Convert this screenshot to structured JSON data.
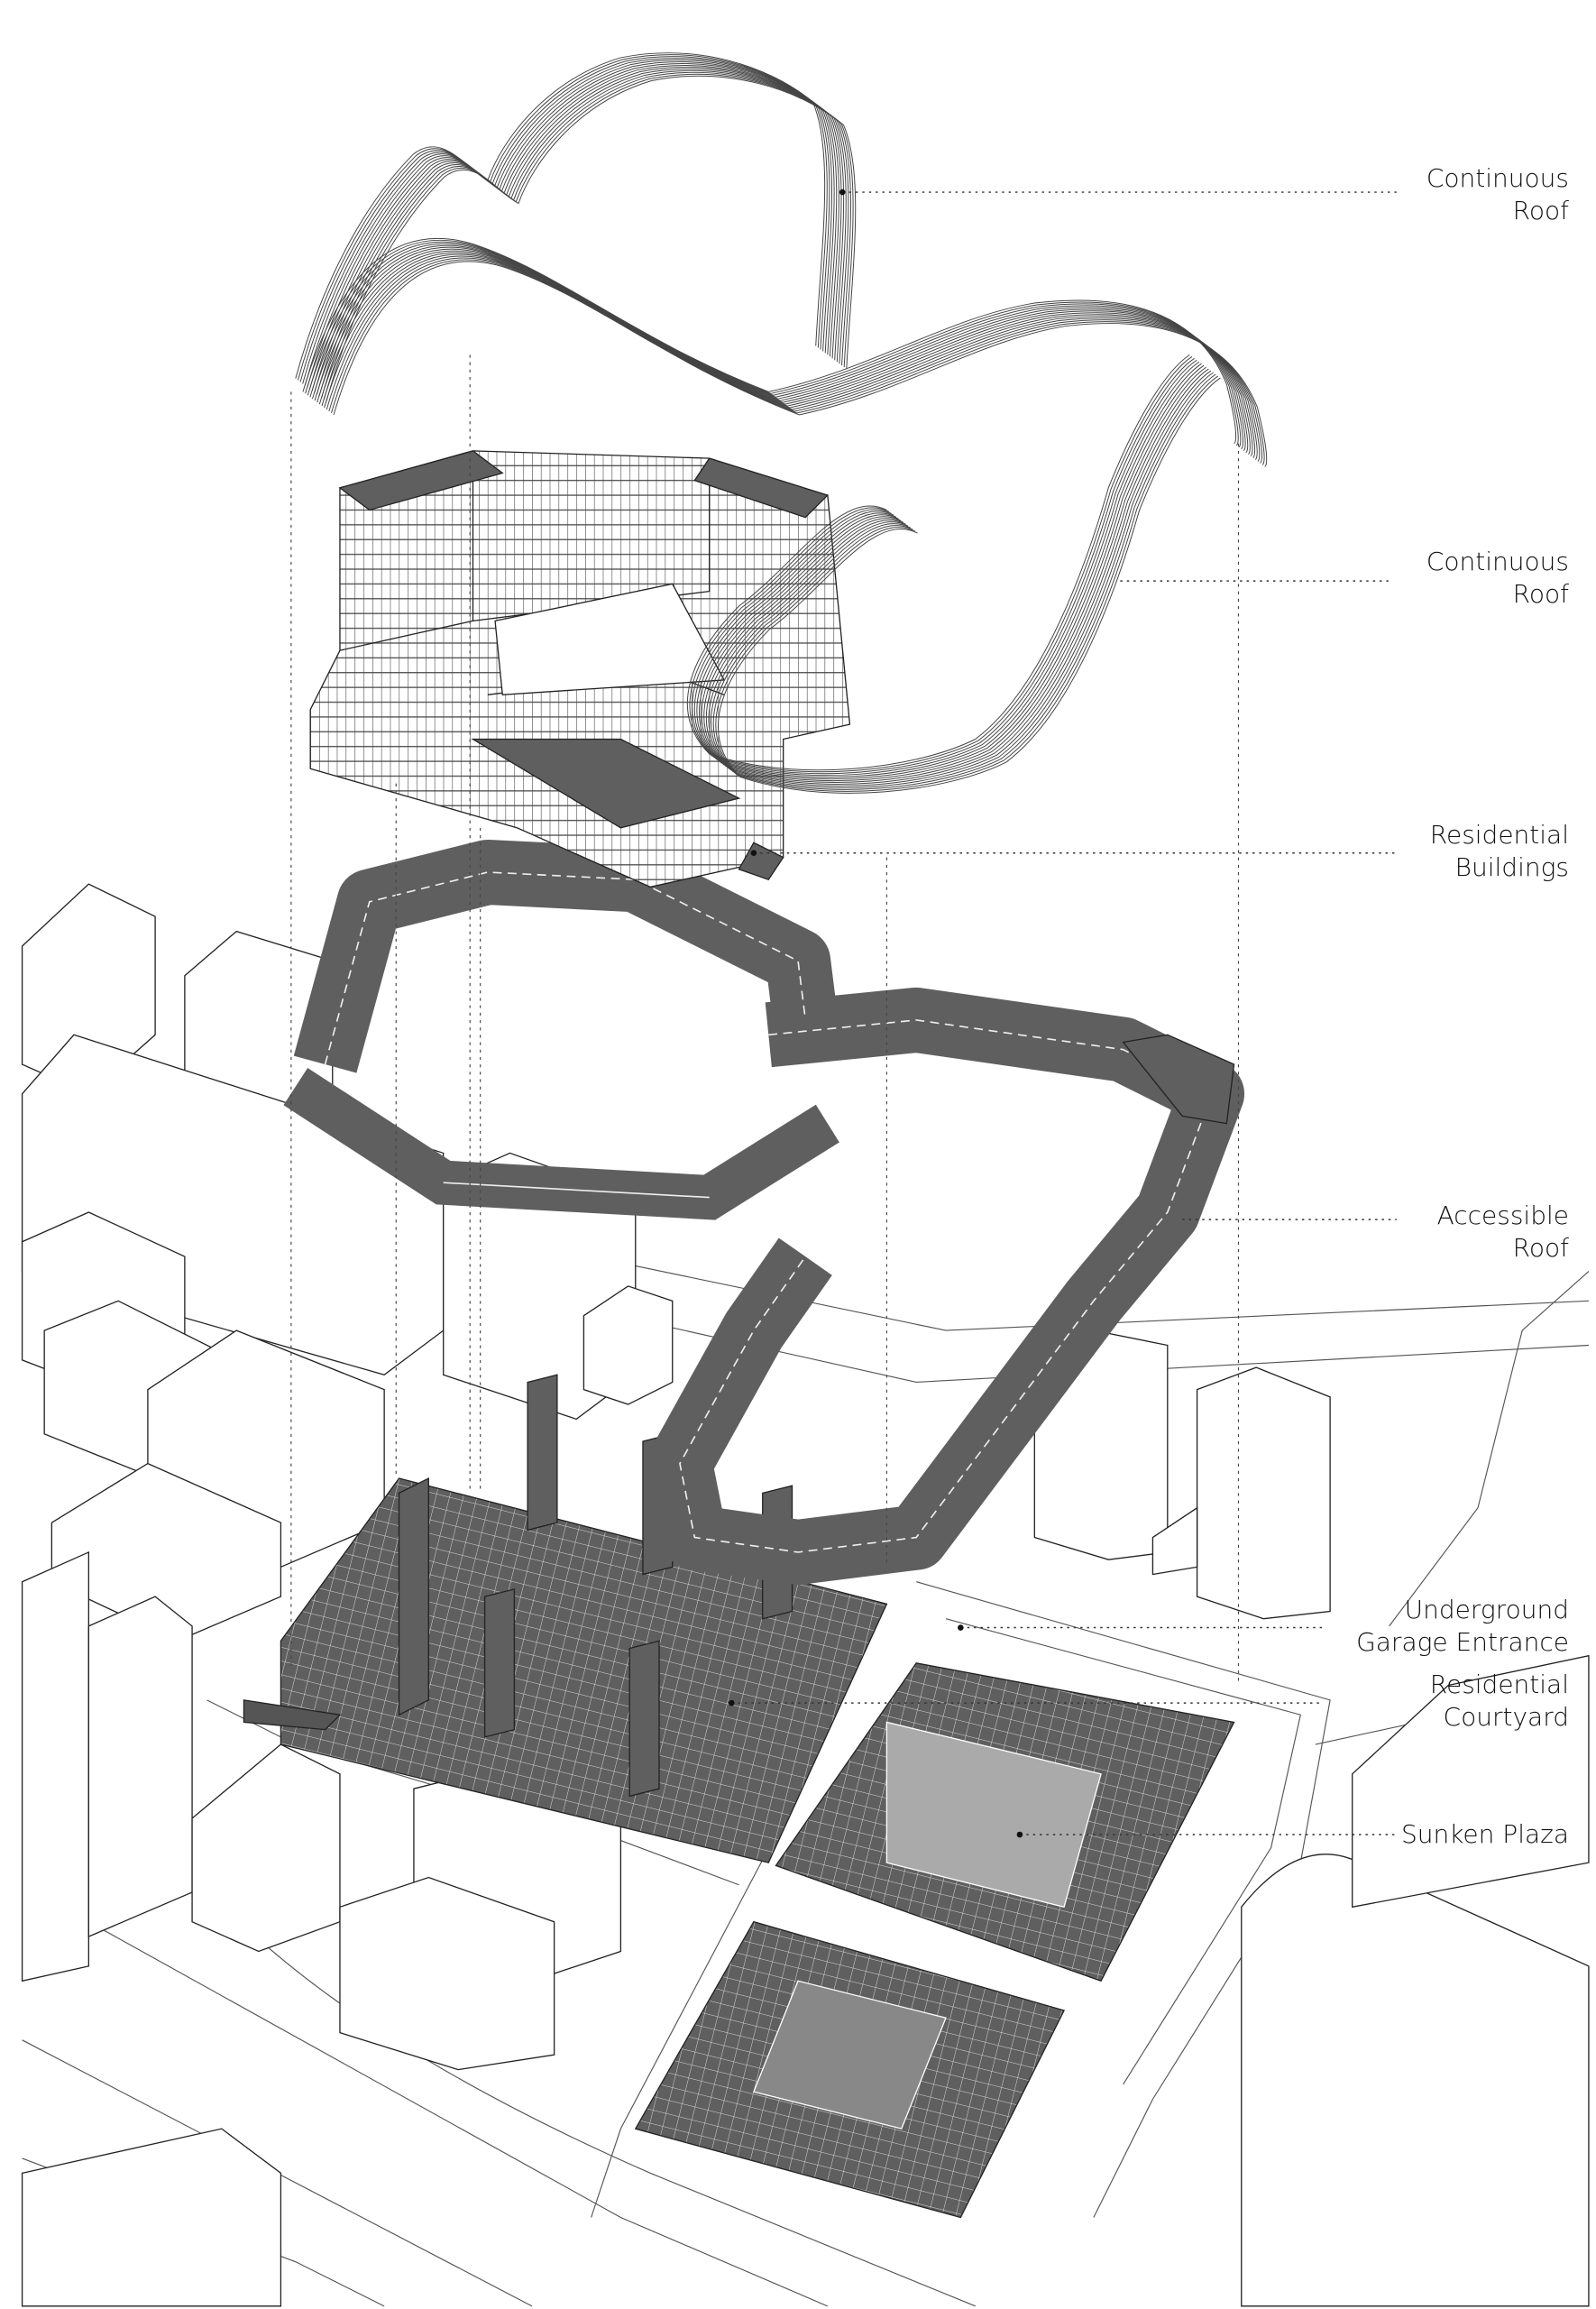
{
  "labels": [
    {
      "id": "continuous-roof-1",
      "lines": [
        "Continuous",
        "Roof"
      ]
    },
    {
      "id": "continuous-roof-2",
      "lines": [
        "Continuous",
        "Roof"
      ]
    },
    {
      "id": "residential-buildings",
      "lines": [
        "Residential",
        "Buildings"
      ]
    },
    {
      "id": "accessible-roof",
      "lines": [
        "Accessible",
        "Roof"
      ]
    },
    {
      "id": "underground-garage-entrance",
      "lines": [
        "Underground",
        "Garage Entrance"
      ]
    },
    {
      "id": "residential-courtyard",
      "lines": [
        "Residential",
        "Courtyard"
      ]
    },
    {
      "id": "sunken-plaza",
      "lines": [
        "Sunken Plaza"
      ]
    }
  ],
  "colors": {
    "line": "#222222",
    "fill": "#5f5f5f",
    "grid": "#d8d8d8",
    "leader": "#333333"
  }
}
